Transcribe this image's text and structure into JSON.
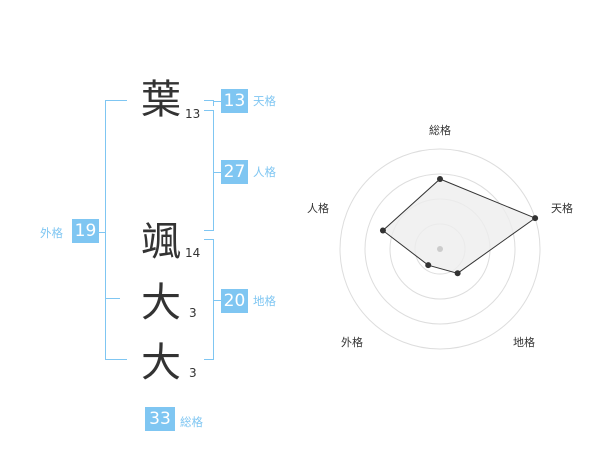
{
  "name": {
    "chars": [
      {
        "char": "葉",
        "strokes": "13"
      },
      {
        "char": "颯",
        "strokes": "14"
      },
      {
        "char": "大",
        "strokes": "3"
      },
      {
        "char": "大",
        "strokes": "3"
      }
    ]
  },
  "fortunes": {
    "tenkaku": {
      "value": "13",
      "label": "天格"
    },
    "jinkaku": {
      "value": "27",
      "label": "人格"
    },
    "chikaku": {
      "value": "20",
      "label": "地格"
    },
    "gaikaku": {
      "value": "19",
      "label": "外格"
    },
    "soukaku": {
      "value": "33",
      "label": "総格"
    }
  },
  "colors": {
    "accent": "#7fc6f2",
    "text": "#333333",
    "radar_fill": "#eeeeee",
    "radar_ring": "#dddddd"
  },
  "chart_data": {
    "type": "radar",
    "axes": [
      "総格",
      "天格",
      "地格",
      "外格",
      "人格"
    ],
    "values": [
      3.5,
      5,
      1.5,
      1,
      3
    ],
    "max": 5,
    "rings": 4
  }
}
